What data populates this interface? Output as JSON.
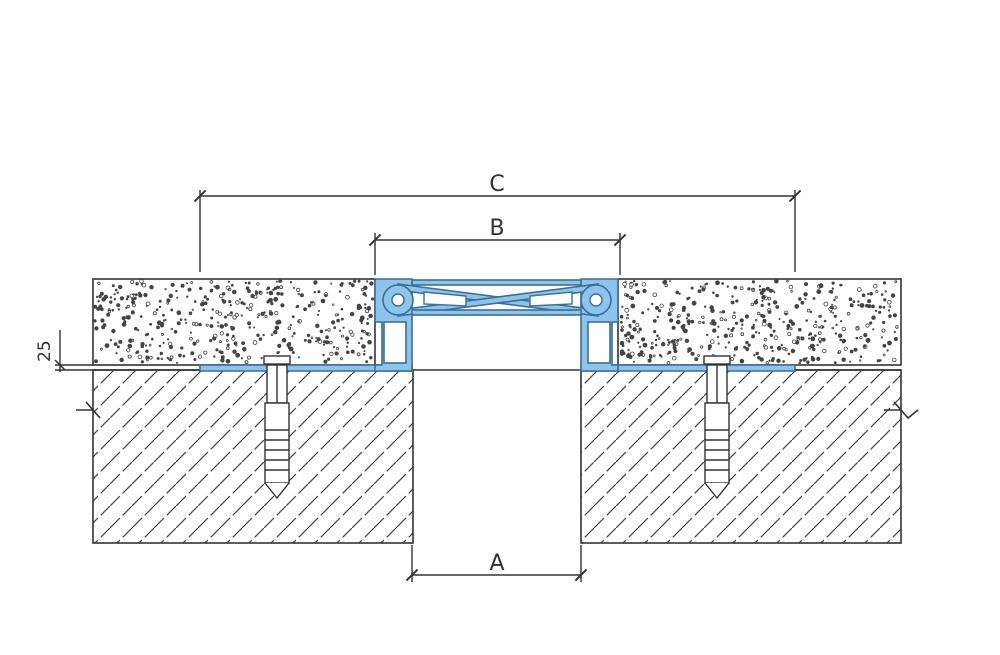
{
  "dimensions": {
    "a_label": "A",
    "b_label": "B",
    "c_label": "C",
    "screed_thickness": "25"
  },
  "colors": {
    "line": "#333333",
    "profile_fill": "#8cc4ec",
    "profile_stroke": "#3a6f96",
    "background": "#ffffff"
  }
}
